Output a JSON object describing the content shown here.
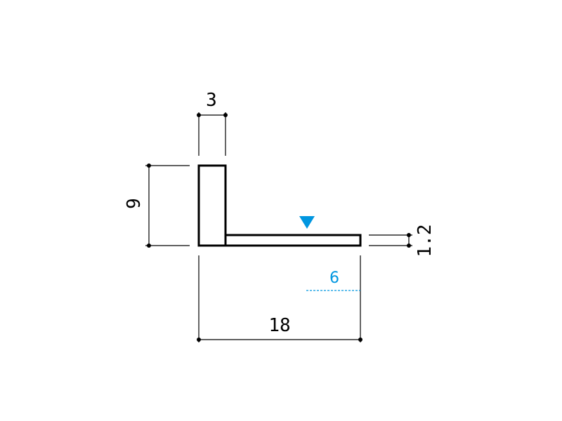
{
  "dimensions": {
    "flange_width": "3",
    "height": "9",
    "total_width": "18",
    "web_thickness": "1.2",
    "offset": "6"
  },
  "colors": {
    "line": "#000000",
    "accent": "#0096e0"
  },
  "icons": {
    "marker": "triangle-down-icon"
  }
}
